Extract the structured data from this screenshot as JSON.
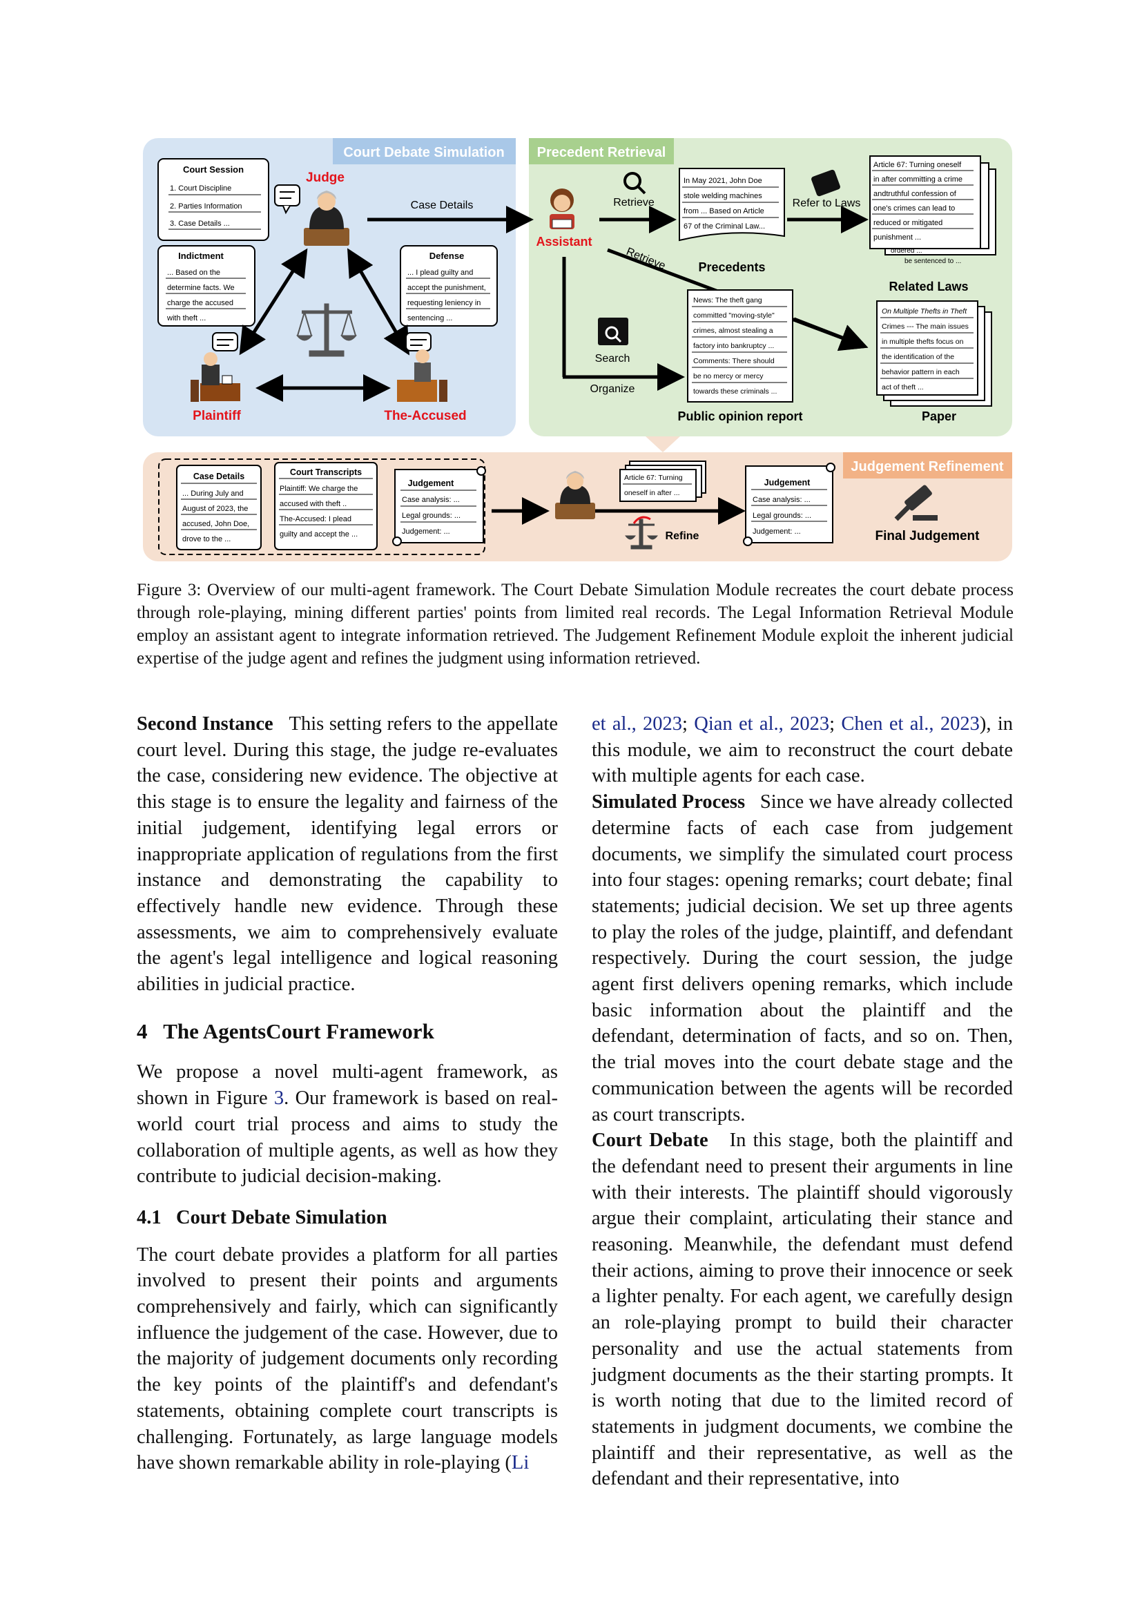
{
  "figure": {
    "modules": {
      "court_debate": "Court Debate Simulation",
      "precedent_retrieval": "Precedent Retrieval",
      "judgement_refinement": "Judgement Refinement"
    },
    "court_session": {
      "title": "Court Session",
      "lines": [
        "1. Court Discipline",
        "2. Parties Information",
        "3. Case Details ..."
      ]
    },
    "indictment": {
      "title": "Indictment",
      "lines": [
        "... Based on the",
        "determine facts. We",
        "charge the accused",
        "with theft ..."
      ]
    },
    "defense": {
      "title": "Defense",
      "lines": [
        "... I plead guilty and",
        "accept the punishment,",
        "requesting leniency in",
        "sentencing ..."
      ]
    },
    "roles": {
      "judge": "Judge",
      "plaintiff": "Plaintiff",
      "accused": "The-Accused",
      "assistant": "Assistant"
    },
    "arrows": {
      "case_details": "Case Details",
      "retrieve": "Retrieve",
      "retrieve2": "Retrieve",
      "refer_to_laws": "Refer to Laws",
      "search": "Search",
      "organize": "Organize",
      "refine": "Refine"
    },
    "precedent_doc": [
      "In May 2021, John Doe",
      "stole welding machines",
      "from ... Based on Article",
      "67 of the Criminal Law..."
    ],
    "precedents_label": "Precedents",
    "laws_doc": [
      "Article 67: Turning oneself",
      "in after committing a crime",
      "andtruthful confession of",
      "one's crimes can lead to",
      "reduced or mitigated",
      "punishment ..."
    ],
    "laws_back": [
      "ordered ...",
      "be sentenced to ..."
    ],
    "related_laws_label": "Related Laws",
    "opinion_doc": [
      "News: The theft gang",
      "committed \"moving-style\"",
      "crimes, almost stealing a",
      "factory into bankruptcy ...",
      "Comments: There should",
      "be no mercy or mercy",
      "towards these criminals ..."
    ],
    "public_opinion_label": "Public opinion report",
    "paper_doc": [
      "On Multiple Thefts in Theft",
      "Crimes --- The main issues",
      "in multiple thefts focus on",
      "the identification of the",
      "behavior pattern in each",
      "act of theft ..."
    ],
    "paper_label": "Paper",
    "case_details_doc": {
      "title": "Case Details",
      "lines": [
        "... During July and",
        "August of 2023, the",
        "accused, John Doe,",
        "drove to the ..."
      ]
    },
    "transcripts_doc": {
      "title": "Court Transcripts",
      "lines": [
        "Plaintiff: We charge the",
        "accused with theft ..",
        "The-Accused: I plead",
        "guilty and accept the ..."
      ]
    },
    "judgement_doc": {
      "title": "Judgement",
      "lines": [
        "Case analysis: ...",
        "Legal grounds: ...",
        "Judgement: ..."
      ]
    },
    "article_doc": [
      "Article 67: Turning",
      "oneself in after ..."
    ],
    "final_judgement": "Final Judgement"
  },
  "caption": "Figure 3: Overview of our multi-agent framework. The Court Debate Simulation Module recreates the court debate process through role-playing, mining different parties' points from limited real records. The Legal Information Retrieval Module employ an assistant agent to integrate information retrieved. The Judgement Refinement Module exploit the inherent judicial expertise of the judge agent and refines the judgment using information retrieved.",
  "left": {
    "p1_head": "Second Instance",
    "p1_body": "This setting refers to the appellate court level. During this stage, the judge re-evaluates the case, considering new evidence. The objective at this stage is to ensure the legality and fairness of the initial judgement, identifying legal errors or inappropriate application of regulations from the first instance and demonstrating the capability to effectively handle new evidence. Through these assessments, we aim to comprehensively evaluate the agent's legal intelligence and logical reasoning abilities in judicial practice.",
    "section_title": "4   The AgentsCourt Framework",
    "p2_a": "We propose a novel multi-agent framework, as shown in Figure ",
    "p2_ref": "3",
    "p2_b": ". Our framework is based on real-world court trial process and aims to study the collaboration of multiple agents, as well as how they contribute to judicial decision-making.",
    "subsection_title": "4.1   Court Debate Simulation",
    "p3_a": "The court debate provides a platform for all parties involved to present their points and arguments comprehensively and fairly, which can significantly influence the judgement of the case. However, due to the majority of judgement documents only recording the key points of the plaintiff's and defendant's statements, obtaining complete court transcripts is challenging. Fortunately, as large language models have shown remarkable ability in role-playing (",
    "p3_cite": "Li"
  },
  "right": {
    "p1_cite1": "et al., 2023",
    "p1_sep1": "; ",
    "p1_cite2": "Qian et al., 2023",
    "p1_sep2": "; ",
    "p1_cite3": "Chen et al., 2023",
    "p1_body": "), in this module, we aim to reconstruct the court debate with multiple agents for each case.",
    "p2_head": "Simulated Process",
    "p2_body": "Since we have already collected determine facts of each case from judgement documents, we simplify the simulated court process into four stages: opening remarks; court debate; final statements; judicial decision. We set up three agents to play the roles of the judge, plaintiff, and defendant respectively. During the court session, the judge agent first delivers opening remarks, which include basic information about the plaintiff and the defendant, determination of facts, and so on. Then, the trial moves into the court debate stage and the communication between the agents will be recorded as court transcripts.",
    "p3_head": "Court Debate",
    "p3_body": "In this stage, both the plaintiff and the defendant need to present their arguments in line with their interests. The plaintiff should vigorously argue their complaint, articulating their stance and reasoning. Meanwhile, the defendant must defend their actions, aiming to prove their innocence or seek a lighter penalty. For each agent, we carefully design an role-playing prompt to build their character personality and use the actual statements from judgment documents as the their starting prompts. It is worth noting that due to the limited record of statements in judgment documents, we combine the plaintiff and their representative, as well as the defendant and their representative, into"
  }
}
